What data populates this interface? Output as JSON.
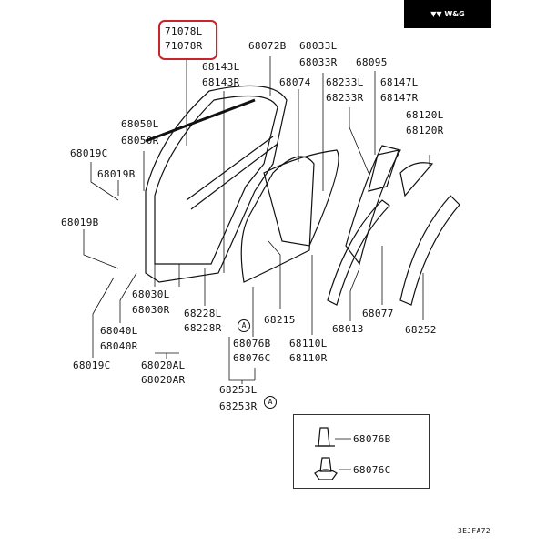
{
  "brand": {
    "label": "W&G",
    "icon": "brand-logo-icon"
  },
  "highlight_color": "#c8242b",
  "labels": {
    "p71078L": "71078L",
    "p71078R": "71078R",
    "p68072B": "68072B",
    "p68033L": "68033L",
    "p68033R": "68033R",
    "p68095": "68095",
    "p68143L": "68143L",
    "p68143R": "68143R",
    "p68074": "68074",
    "p68233L": "68233L",
    "p68233R": "68233R",
    "p68147L": "68147L",
    "p68147R": "68147R",
    "p68120L": "68120L",
    "p68120R": "68120R",
    "p68050L": "68050L",
    "p68050R": "68050R",
    "p68019C_top": "68019C",
    "p68019B_a": "68019B",
    "p68019B_b": "68019B",
    "p68030L": "68030L",
    "p68030R": "68030R",
    "p68228L": "68228L",
    "p68228R": "68228R",
    "p68215": "68215",
    "p68077": "68077",
    "p68013": "68013",
    "p68252": "68252",
    "p68040L": "68040L",
    "p68040R": "68040R",
    "p68076B": "68076B",
    "p68076C": "68076C",
    "p68110L": "68110L",
    "p68110R": "68110R",
    "p68019C_bot": "68019C",
    "p68020AL": "68020AL",
    "p68020AR": "68020AR",
    "p68253L": "68253L",
    "p68253R": "68253R"
  },
  "callout_marker": "A",
  "inset": {
    "marker": "A",
    "items": [
      "68076B",
      "68076C"
    ]
  },
  "diagram_code": "3EJFA72"
}
